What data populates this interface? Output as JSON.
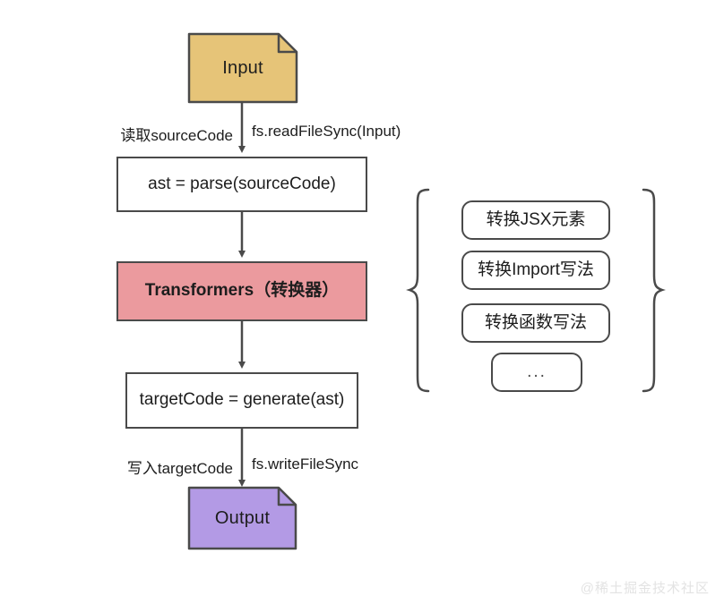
{
  "diagram": {
    "title": "Babel compile pipeline flowchart",
    "colors": {
      "stroke": "#4a4a4a",
      "input_fill": "#e6c478",
      "transform_fill": "#eb9a9e",
      "output_fill": "#b39ae5",
      "text": "#1d1d1d",
      "background": "#ffffff",
      "watermark": "#e3e3e3"
    },
    "nodes": {
      "input": {
        "label": "Input",
        "shape": "document"
      },
      "parse": {
        "label": "ast = parse(sourceCode)",
        "shape": "rectangle"
      },
      "transformers": {
        "label": "Transformers（转换器）",
        "shape": "rectangle"
      },
      "generate": {
        "label": "targetCode = generate(ast)",
        "shape": "rectangle"
      },
      "output": {
        "label": "Output",
        "shape": "document"
      }
    },
    "edges": [
      {
        "from": "input",
        "to": "parse",
        "label_left": "读取sourceCode",
        "label_right": "fs.readFileSync(Input)"
      },
      {
        "from": "parse",
        "to": "transformers",
        "label_left": "",
        "label_right": ""
      },
      {
        "from": "transformers",
        "to": "generate",
        "label_left": "",
        "label_right": ""
      },
      {
        "from": "generate",
        "to": "output",
        "label_left": "写入targetCode",
        "label_right": "fs.writeFileSync"
      }
    ],
    "transform_group": {
      "brace_left": "{",
      "brace_right": "}",
      "items": [
        {
          "label": "转换JSX元素"
        },
        {
          "label": "转换Import写法"
        },
        {
          "label": "转换函数写法"
        },
        {
          "label": "..."
        }
      ]
    },
    "watermark": "@稀土掘金技术社区"
  }
}
